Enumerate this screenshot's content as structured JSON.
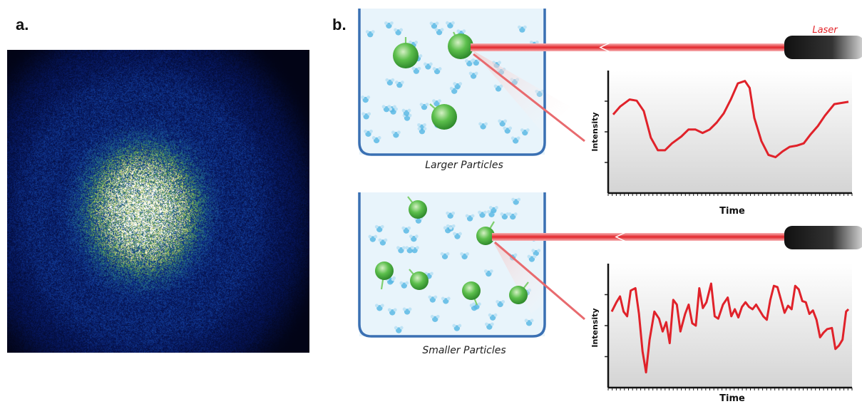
{
  "panels": {
    "a": {
      "label": "a."
    },
    "b": {
      "label": "b.",
      "laser_label": "Laser",
      "top": {
        "caption": "Larger Particles",
        "ylabel": "Intensity",
        "xlabel": "Time",
        "trace": [
          [
            0,
            0.65
          ],
          [
            0.03,
            0.72
          ],
          [
            0.07,
            0.78
          ],
          [
            0.1,
            0.77
          ],
          [
            0.13,
            0.68
          ],
          [
            0.16,
            0.45
          ],
          [
            0.19,
            0.34
          ],
          [
            0.22,
            0.34
          ],
          [
            0.25,
            0.4
          ],
          [
            0.29,
            0.46
          ],
          [
            0.32,
            0.52
          ],
          [
            0.35,
            0.52
          ],
          [
            0.38,
            0.49
          ],
          [
            0.41,
            0.52
          ],
          [
            0.44,
            0.58
          ],
          [
            0.47,
            0.66
          ],
          [
            0.5,
            0.78
          ],
          [
            0.53,
            0.92
          ],
          [
            0.56,
            0.94
          ],
          [
            0.58,
            0.88
          ],
          [
            0.6,
            0.62
          ],
          [
            0.63,
            0.42
          ],
          [
            0.66,
            0.3
          ],
          [
            0.69,
            0.28
          ],
          [
            0.72,
            0.33
          ],
          [
            0.75,
            0.37
          ],
          [
            0.78,
            0.38
          ],
          [
            0.81,
            0.4
          ],
          [
            0.84,
            0.48
          ],
          [
            0.87,
            0.55
          ],
          [
            0.9,
            0.64
          ],
          [
            0.94,
            0.74
          ],
          [
            1.0,
            0.76
          ]
        ]
      },
      "bottom": {
        "caption": "Smaller Particles",
        "ylabel": "Intensity",
        "xlabel": "Time",
        "trace": [
          [
            0,
            0.62
          ],
          [
            0.02,
            0.7
          ],
          [
            0.035,
            0.75
          ],
          [
            0.05,
            0.62
          ],
          [
            0.065,
            0.58
          ],
          [
            0.08,
            0.8
          ],
          [
            0.1,
            0.82
          ],
          [
            0.115,
            0.6
          ],
          [
            0.13,
            0.28
          ],
          [
            0.145,
            0.1
          ],
          [
            0.16,
            0.38
          ],
          [
            0.18,
            0.62
          ],
          [
            0.2,
            0.56
          ],
          [
            0.215,
            0.45
          ],
          [
            0.23,
            0.53
          ],
          [
            0.245,
            0.35
          ],
          [
            0.26,
            0.72
          ],
          [
            0.275,
            0.68
          ],
          [
            0.29,
            0.45
          ],
          [
            0.31,
            0.6
          ],
          [
            0.325,
            0.68
          ],
          [
            0.34,
            0.52
          ],
          [
            0.355,
            0.5
          ],
          [
            0.37,
            0.82
          ],
          [
            0.385,
            0.65
          ],
          [
            0.4,
            0.7
          ],
          [
            0.42,
            0.86
          ],
          [
            0.435,
            0.58
          ],
          [
            0.45,
            0.56
          ],
          [
            0.47,
            0.68
          ],
          [
            0.49,
            0.74
          ],
          [
            0.505,
            0.58
          ],
          [
            0.52,
            0.64
          ],
          [
            0.535,
            0.57
          ],
          [
            0.55,
            0.66
          ],
          [
            0.565,
            0.7
          ],
          [
            0.58,
            0.66
          ],
          [
            0.595,
            0.64
          ],
          [
            0.61,
            0.68
          ],
          [
            0.625,
            0.63
          ],
          [
            0.64,
            0.58
          ],
          [
            0.655,
            0.55
          ],
          [
            0.67,
            0.72
          ],
          [
            0.685,
            0.84
          ],
          [
            0.7,
            0.83
          ],
          [
            0.715,
            0.72
          ],
          [
            0.73,
            0.61
          ],
          [
            0.745,
            0.67
          ],
          [
            0.76,
            0.64
          ],
          [
            0.775,
            0.84
          ],
          [
            0.79,
            0.81
          ],
          [
            0.805,
            0.71
          ],
          [
            0.82,
            0.7
          ],
          [
            0.835,
            0.6
          ],
          [
            0.85,
            0.63
          ],
          [
            0.865,
            0.55
          ],
          [
            0.88,
            0.4
          ],
          [
            0.895,
            0.44
          ],
          [
            0.91,
            0.47
          ],
          [
            0.93,
            0.48
          ],
          [
            0.945,
            0.3
          ],
          [
            0.96,
            0.33
          ],
          [
            0.975,
            0.38
          ],
          [
            0.99,
            0.62
          ],
          [
            1.0,
            0.64
          ]
        ]
      }
    }
  },
  "colors": {
    "laser": "#e3262b",
    "beaker": "#3a70b3",
    "liquid": "#e8f4fb",
    "trace": "#e0222a",
    "particle": "#4cb848",
    "molecule": "#5ab8e4"
  }
}
